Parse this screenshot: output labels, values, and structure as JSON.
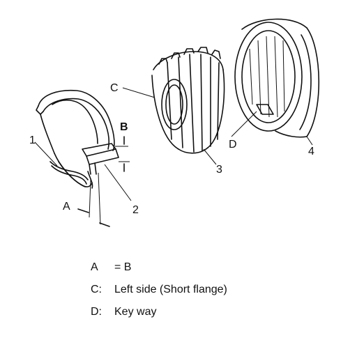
{
  "figure": {
    "callouts": {
      "part1": "1",
      "part2": "2",
      "part3": "3",
      "part4": "4",
      "dimA": "A",
      "dimB": "B",
      "viewC": "C",
      "viewD": "D"
    }
  },
  "legend": [
    {
      "key": "A",
      "text": "= B"
    },
    {
      "key": "C:",
      "text": "Left side (Short flange)"
    },
    {
      "key": "D:",
      "text": "Key way"
    }
  ]
}
